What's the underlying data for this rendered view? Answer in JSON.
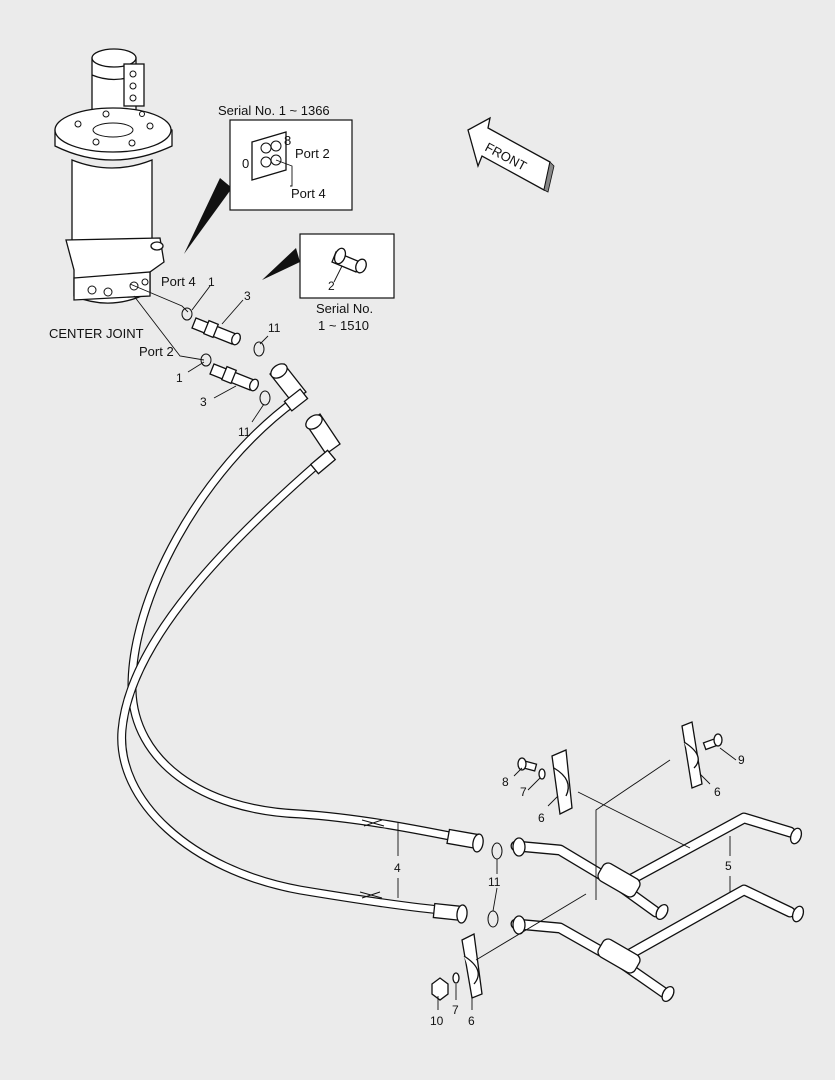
{
  "labels": {
    "center_joint": "CENTER JOINT",
    "port4_main": "Port 4",
    "port2_main": "Port 2",
    "serial_1366": "Serial No. 1 ~ 1366",
    "inset_port2": "Port 2",
    "inset_port4": "Port 4",
    "inset_8": "8",
    "inset_0": "0",
    "serial_1510_line1": "Serial No.",
    "serial_1510_line2": "1 ~ 1510",
    "front": "FRONT"
  },
  "callouts": {
    "n1_top": "1",
    "n1_bottom": "1",
    "n2": "2",
    "n3_top": "3",
    "n3_bottom": "3",
    "n4": "4",
    "n5": "5",
    "n6_left": "6",
    "n6_right": "6",
    "n6_bottom": "6",
    "n7_left": "7",
    "n7_bottom": "7",
    "n8": "8",
    "n9": "9",
    "n10": "10",
    "n11_top": "11",
    "n11_mid": "11",
    "n11_bottom": "11"
  }
}
